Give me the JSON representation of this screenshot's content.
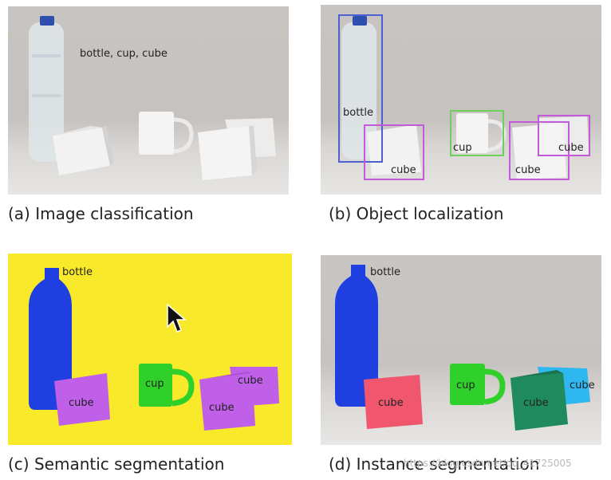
{
  "panels": {
    "a": {
      "caption": "(a) Image classification",
      "label": "bottle, cup, cube"
    },
    "b": {
      "caption": "(b) Object localization",
      "labels": [
        "bottle",
        "cup",
        "cube",
        "cube",
        "cube"
      ],
      "colors": {
        "bottle": "#4d5fd1",
        "cup": "#6ed05a",
        "cube": "#c45ad9"
      }
    },
    "c": {
      "caption": "(c) Semantic segmentation",
      "labels": [
        "bottle",
        "cup",
        "cube",
        "cube",
        "cube"
      ],
      "colors": {
        "background": "#f8e92a",
        "bottle": "#1f3fe0",
        "cup": "#2fd02a",
        "cube": "#c060e8"
      }
    },
    "d": {
      "caption": "(d) Instance segmentation",
      "labels": [
        "bottle",
        "cup",
        "cube",
        "cube",
        "cube"
      ],
      "colors": {
        "bottle": "#1f3fe0",
        "cup": "#2fd02a",
        "cube1": "#f0566e",
        "cube2": "#1f8a5e",
        "cube3": "#2fb8f0"
      }
    }
  },
  "watermark": "https://blog.csdn.net/qq_41725005",
  "icons": {
    "cursor": "mouse-pointer-icon"
  }
}
